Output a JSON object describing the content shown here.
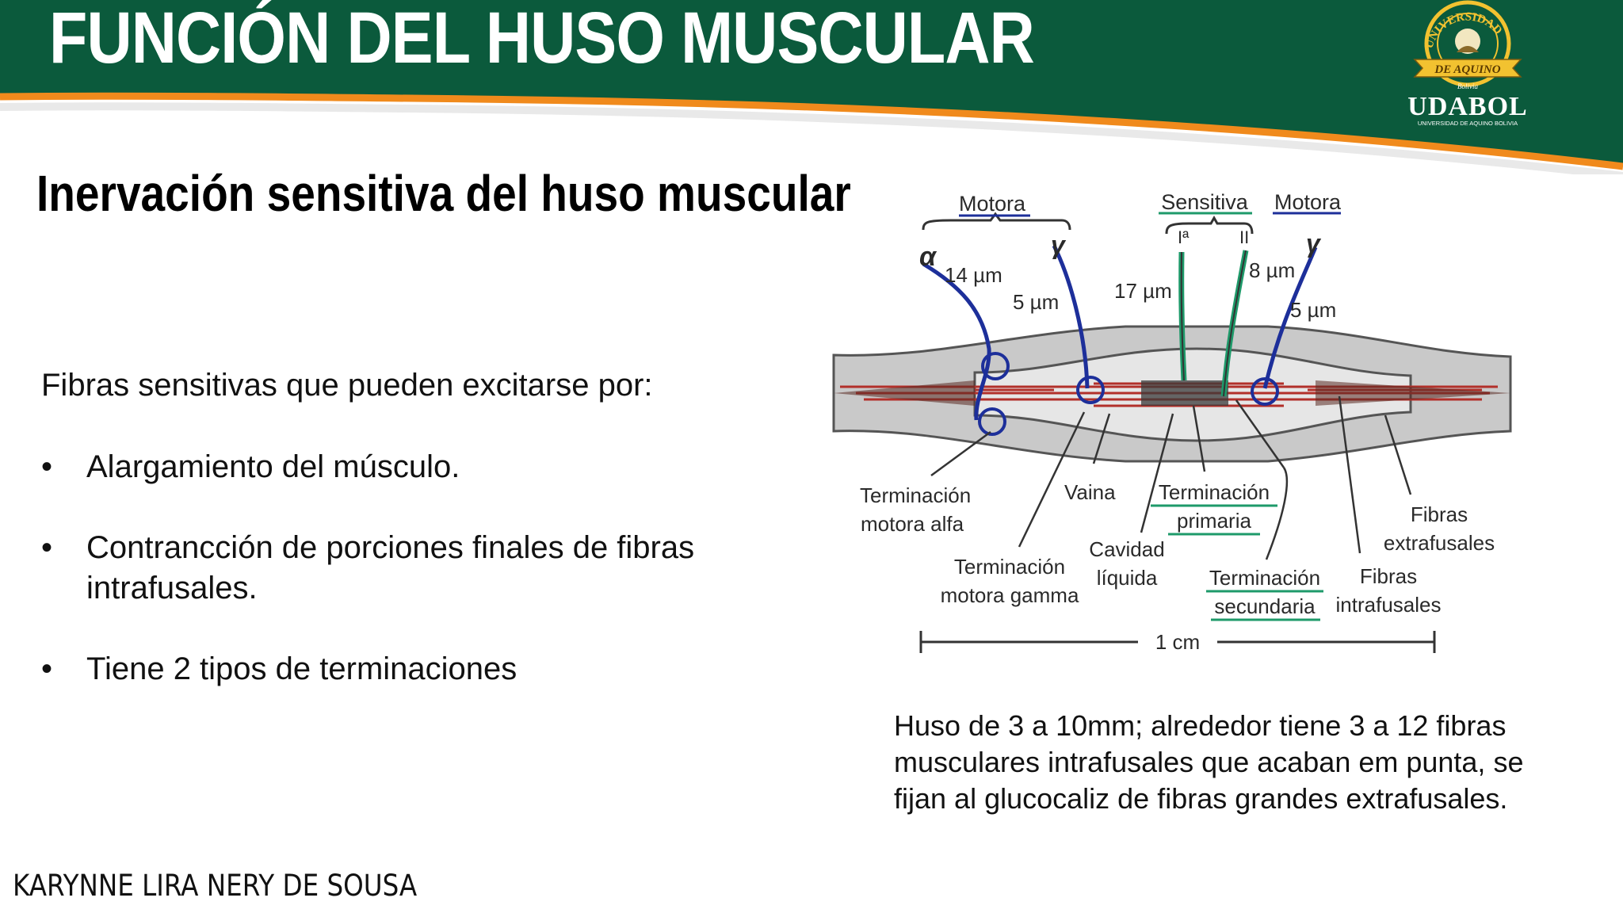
{
  "header": {
    "title": "FUNCIÓN DEL HUSO MUSCULAR",
    "band_color": "#0b5a3c",
    "stripe_color": "#f08a1c"
  },
  "logo": {
    "ring_text": "UNIVERSIDAD",
    "banner_text": "DE AQUINO",
    "small_text": "Bolivia",
    "name": "UDABOL",
    "tagline": "UNIVERSIDAD DE AQUINO BOLIVIA"
  },
  "subtitle": "Inervación sensitiva del huso muscular",
  "intro": "Fibras sensitivas que pueden excitarse por:",
  "bullets": [
    {
      "text": "Alargamiento del músculo."
    },
    {
      "text": "Contrancción de porciones finales de fibras intrafusales."
    },
    {
      "text": "Tiene 2 tipos de terminaciones"
    }
  ],
  "bullet_symbol": "•",
  "diagram": {
    "motora_left": "Motora",
    "sensitiva": "Sensitiva",
    "motora_right": "Motora",
    "alpha": "α",
    "gamma_left": "γ",
    "gamma_right": "γ",
    "ia": "Iª",
    "ii": "II",
    "size_14": "14 µm",
    "size_5a": "5 µm",
    "size_17": "17 µm",
    "size_8": "8 µm",
    "size_5b": "5 µm",
    "term_motora_alfa_1": "Terminación",
    "term_motora_alfa_2": "motora alfa",
    "vaina": "Vaina",
    "term_primaria_1": "Terminación",
    "term_primaria_2": "primaria",
    "fibras_extra_1": "Fibras",
    "fibras_extra_2": "extrafusales",
    "cavidad_1": "Cavidad",
    "cavidad_2": "líquida",
    "term_gamma_1": "Terminación",
    "term_gamma_2": "motora gamma",
    "term_secundaria_1": "Terminación",
    "term_secundaria_2": "secundaria",
    "fibras_intra_1": "Fibras",
    "fibras_intra_2": "intrafusales",
    "scale": "1 cm",
    "colors": {
      "motor": "#1d2f9a",
      "sensory": "#1e9a6a",
      "muscle": "#b2302a",
      "sheath": "#a8a8a8"
    }
  },
  "caption": "Huso de 3 a 10mm; alrededor tiene 3 a 12 fibras musculares intrafusales que acaban em punta, se fijan al glucocaliz de fibras grandes extrafusales.",
  "author": "KARYNNE LIRA NERY DE SOUSA"
}
